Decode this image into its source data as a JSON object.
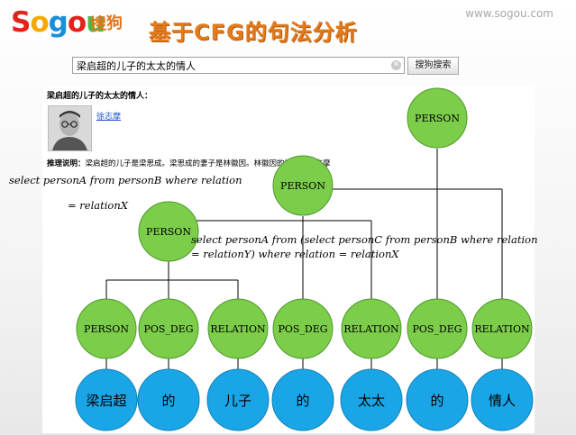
{
  "header": {
    "logo_text": "Sogou",
    "logo_cn": "搜狗",
    "title": "基于CFG的句法分析",
    "site_url": "www.sogou.com"
  },
  "search": {
    "query": "梁启超的儿子的太太的情人",
    "button_label": "搜狗搜索"
  },
  "answer": {
    "title": "梁启超的儿子的太太的情人：",
    "person_name": "徐志摩",
    "explain_label": "推理说明：",
    "explain_text": "梁启超的儿子是梁思成。梁思成的妻子是林徽因。林徽因的情人是徐志摩"
  },
  "formulas": {
    "f1_line1": "select personA  from personB where relation",
    "f1_line2": "= relationX",
    "f2_line1": "select personA  from (select personC from personB where relation",
    "f2_line2": "= relationY) where relation = relationX"
  },
  "tree": {
    "leaves": [
      "梁启超",
      "的",
      "儿子",
      "的",
      "太太",
      "的",
      "情人"
    ],
    "pos": [
      "PERSON",
      "POS_DEG",
      "RELATION",
      "POS_DEG",
      "RELATION",
      "POS_DEG",
      "RELATION"
    ],
    "node_left": "PERSON",
    "node_mid": "PERSON",
    "node_top": "PERSON"
  },
  "colors": {
    "green_node": "#7ccd4a",
    "blue_node": "#1aa6e6",
    "title_orange": "#e27b1b"
  }
}
